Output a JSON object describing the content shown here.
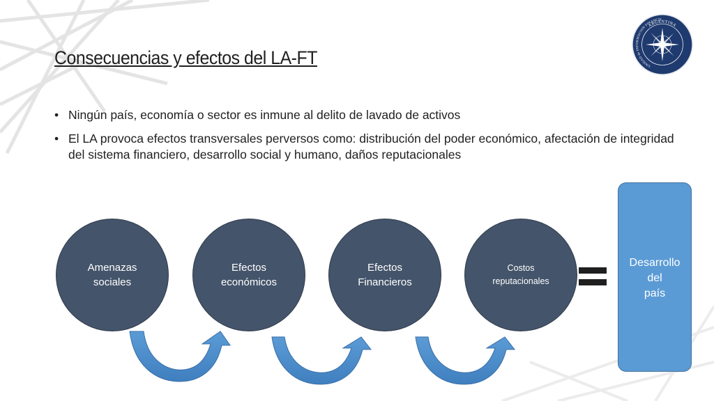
{
  "slide": {
    "title": "Consecuencias y efectos del LA-FT",
    "bullets": [
      "Ningún país, economía o sector es inmune al delito de lavado de activos",
      "El LA provoca efectos transversales perversos como: distribución del poder económico, afectación de integridad del sistema financiero, desarrollo social y humano, daños reputacionales"
    ],
    "bullet_glyph": "•"
  },
  "logo": {
    "top_text": "ARGENTINA",
    "ring_text": "UNIDAD de INFORMACION FINANCIERA"
  },
  "diagram": {
    "nodes": [
      {
        "line1": "Amenazas",
        "line2": "sociales"
      },
      {
        "line1": "Efectos",
        "line2": "económicos"
      },
      {
        "line1": "Efectos",
        "line2": "Financieros"
      },
      {
        "line1": "Costos",
        "line2": "reputacionales"
      }
    ],
    "result": {
      "line1": "Desarrollo",
      "line2": "del",
      "line3": "país"
    }
  },
  "colors": {
    "node_fill": "#44546a",
    "result_fill": "#5b9bd5",
    "arrow_fill": "#5b9bd5",
    "logo_navy": "#1f3a6e"
  }
}
